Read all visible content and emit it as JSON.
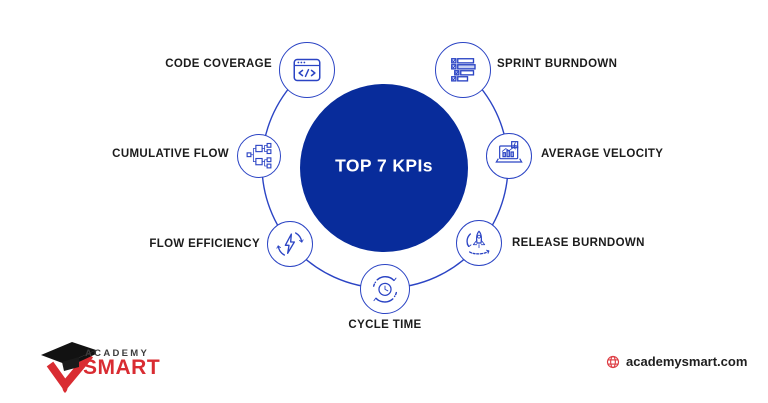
{
  "title": {
    "text": "TOP 7 KPIs"
  },
  "kpis": [
    {
      "label": "CODE COVERAGE",
      "icon": "browser-code-icon"
    },
    {
      "label": "SPRINT BURNDOWN",
      "icon": "task-bars-icon"
    },
    {
      "label": "CUMULATIVE FLOW",
      "icon": "flowchart-icon"
    },
    {
      "label": "AVERAGE VELOCITY",
      "icon": "laptop-chart-icon"
    },
    {
      "label": "FLOW EFFICIENCY",
      "icon": "lightning-cycle-icon"
    },
    {
      "label": "RELEASE BURNDOWN",
      "icon": "rocket-orbit-icon"
    },
    {
      "label": "CYCLE TIME",
      "icon": "clock-cycle-icon"
    }
  ],
  "footer": {
    "brand_name_top": "ACADEMY",
    "brand_name_bottom": "SMART",
    "website": "academysmart.com"
  },
  "colors": {
    "center_circle": "#082C9B",
    "diagram_stroke": "#2B44C4",
    "icon_light": "#C7D1F2",
    "label_text": "#1B1B1B",
    "brand_red": "#D92C32",
    "brand_dark": "#3D3D3D",
    "globe_red": "#DD3B42"
  }
}
